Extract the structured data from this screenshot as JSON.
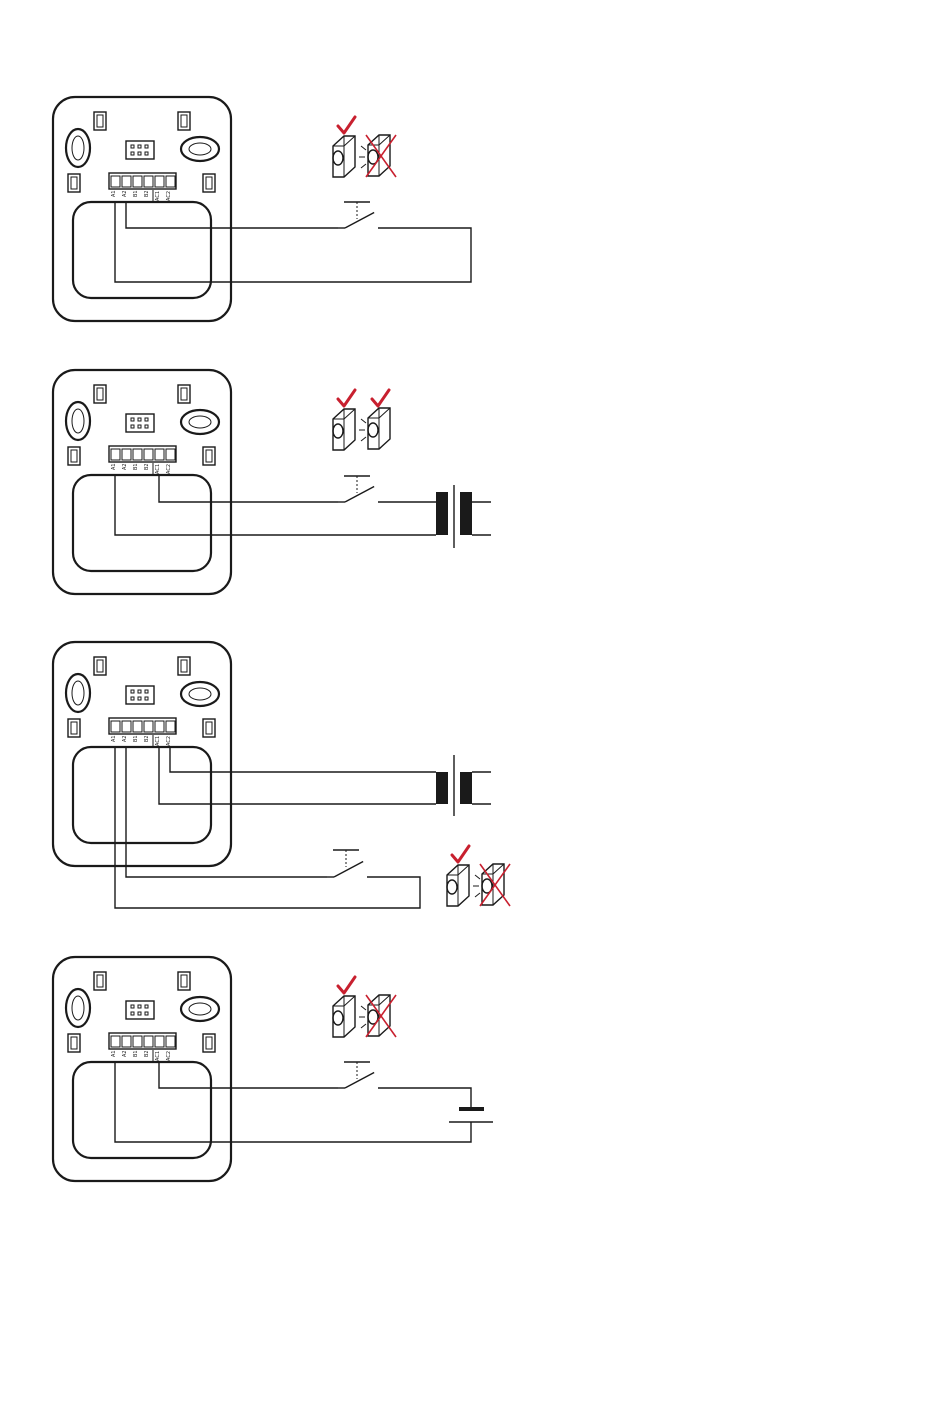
{
  "diagrams": [
    {
      "variant": "pushbutton-loop",
      "terminals": [
        "A1",
        "A2",
        "B1",
        "B2",
        "AC1",
        "AC2"
      ],
      "indicators": {
        "steady_ok": true,
        "flashing_ok": false
      }
    },
    {
      "variant": "pushbutton-with-transformer",
      "terminals": [
        "A1",
        "A2",
        "B1",
        "B2",
        "AC1",
        "AC2"
      ],
      "indicators": {
        "steady_ok": true,
        "flashing_ok": true
      }
    },
    {
      "variant": "transformer-and-separate-pushbutton",
      "terminals": [
        "A1",
        "A2",
        "B1",
        "B2",
        "AC1",
        "AC2"
      ],
      "indicators": {
        "steady_ok": true,
        "flashing_ok": false
      }
    },
    {
      "variant": "pushbutton-with-battery",
      "terminals": [
        "A1",
        "A2",
        "B1",
        "B2",
        "AC1",
        "AC2"
      ],
      "indicators": {
        "steady_ok": true,
        "flashing_ok": false
      }
    }
  ],
  "colors": {
    "line": "#1a1a1a",
    "check": "#c8202f",
    "cross": "#c8202f"
  },
  "icons": [
    "check-icon",
    "cross-icon",
    "push-button-icon",
    "flashing-button-icon",
    "switch-icon",
    "transformer-icon",
    "battery-icon"
  ]
}
